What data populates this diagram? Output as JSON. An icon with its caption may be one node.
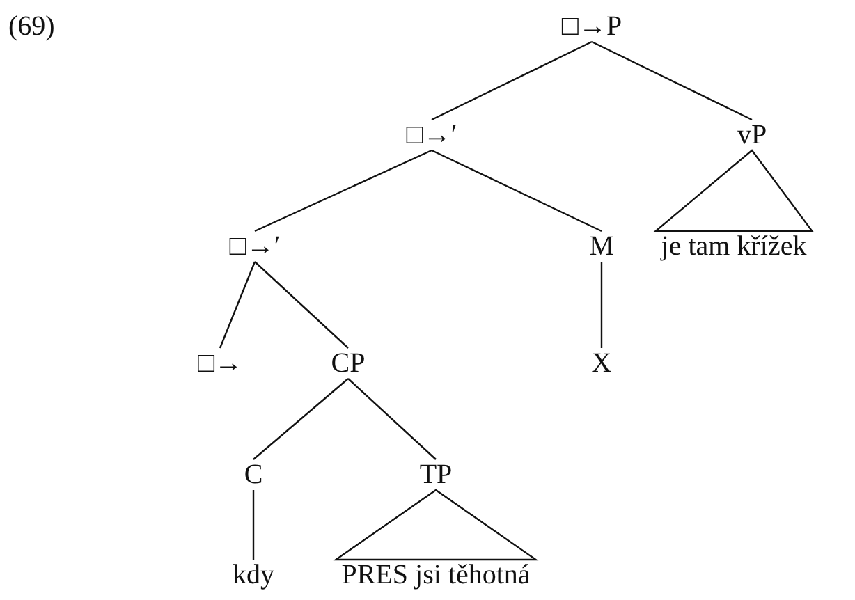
{
  "diagram": {
    "nodes": [
      {
        "text": [
          "□→P"
        ]
      },
      {
        "text": [
          "□→′"
        ]
      },
      {
        "text": [
          "vP"
        ]
      },
      {
        "text": [
          "□→′"
        ]
      },
      {
        "text": [
          "M"
        ]
      },
      {
        "text": [
          "je tam křížek"
        ]
      },
      {
        "text": [
          "□→"
        ]
      },
      {
        "text": [
          "CP"
        ]
      },
      {
        "text": [
          "X"
        ]
      },
      {
        "text": [
          "C"
        ]
      },
      {
        "text": [
          "TP"
        ]
      },
      {
        "text": [
          "kdy"
        ]
      },
      {
        "text": [
          "PRES jsi těhotná"
        ]
      }
    ],
    "edges": [
      {
        "from": 0,
        "to": 1,
        "arrow": "none"
      },
      {
        "from": 0,
        "to": 2,
        "arrow": "none"
      },
      {
        "from": 1,
        "to": 3,
        "arrow": "none"
      },
      {
        "from": 1,
        "to": 4,
        "arrow": "none"
      },
      {
        "from": 2,
        "to": 5,
        "arrow": "none"
      },
      {
        "from": 3,
        "to": 6,
        "arrow": "none"
      },
      {
        "from": 3,
        "to": 7,
        "arrow": "none"
      },
      {
        "from": 4,
        "to": 8,
        "arrow": "none"
      },
      {
        "from": 7,
        "to": 9,
        "arrow": "none"
      },
      {
        "from": 7,
        "to": 10,
        "arrow": "none"
      },
      {
        "from": 9,
        "to": 11,
        "arrow": "none"
      },
      {
        "from": 10,
        "to": 12,
        "arrow": "none"
      }
    ],
    "labels": [
      "(69)"
    ]
  }
}
